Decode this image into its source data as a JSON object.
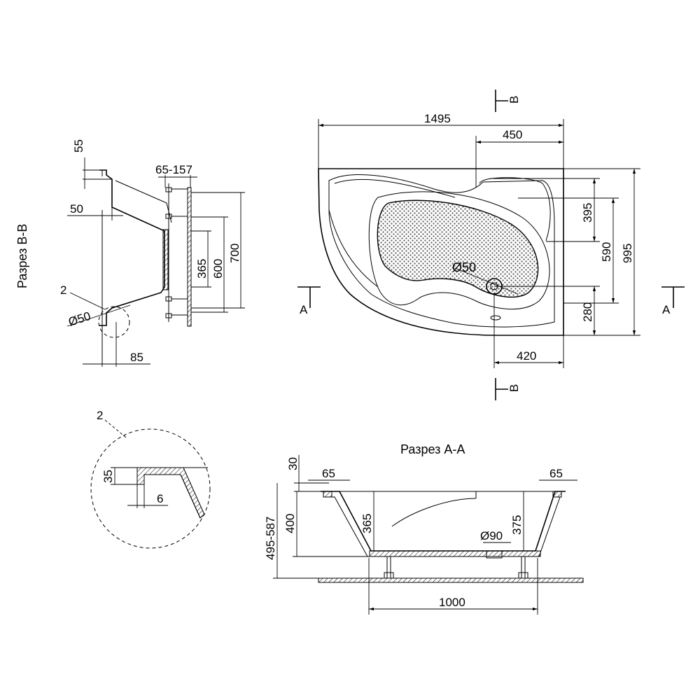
{
  "section_bb": {
    "title": "Разрез B-B",
    "dims": {
      "d55": "55",
      "d50": "50",
      "d65_157": "65-157",
      "d365": "365",
      "d600": "600",
      "d700": "700",
      "d85": "85"
    },
    "detail_ref": "2",
    "drain_dia": "Ø50"
  },
  "plan": {
    "dims": {
      "d1495": "1495",
      "d450": "450",
      "d395": "395",
      "d590": "590",
      "d995": "995",
      "d280": "280",
      "d420": "420"
    },
    "drain_dia": "Ø50",
    "cut_a": "A",
    "cut_b": "B"
  },
  "detail_2": {
    "ref": "2",
    "dims": {
      "d35": "35",
      "d6": "6"
    }
  },
  "section_aa": {
    "title": "Разрез А-А",
    "dims": {
      "d30": "30",
      "d65_left": "65",
      "d65_right": "65",
      "d495_587": "495-587",
      "d400": "400",
      "d365": "365",
      "d375": "375",
      "d90": "Ø90",
      "d1000": "1000"
    }
  }
}
